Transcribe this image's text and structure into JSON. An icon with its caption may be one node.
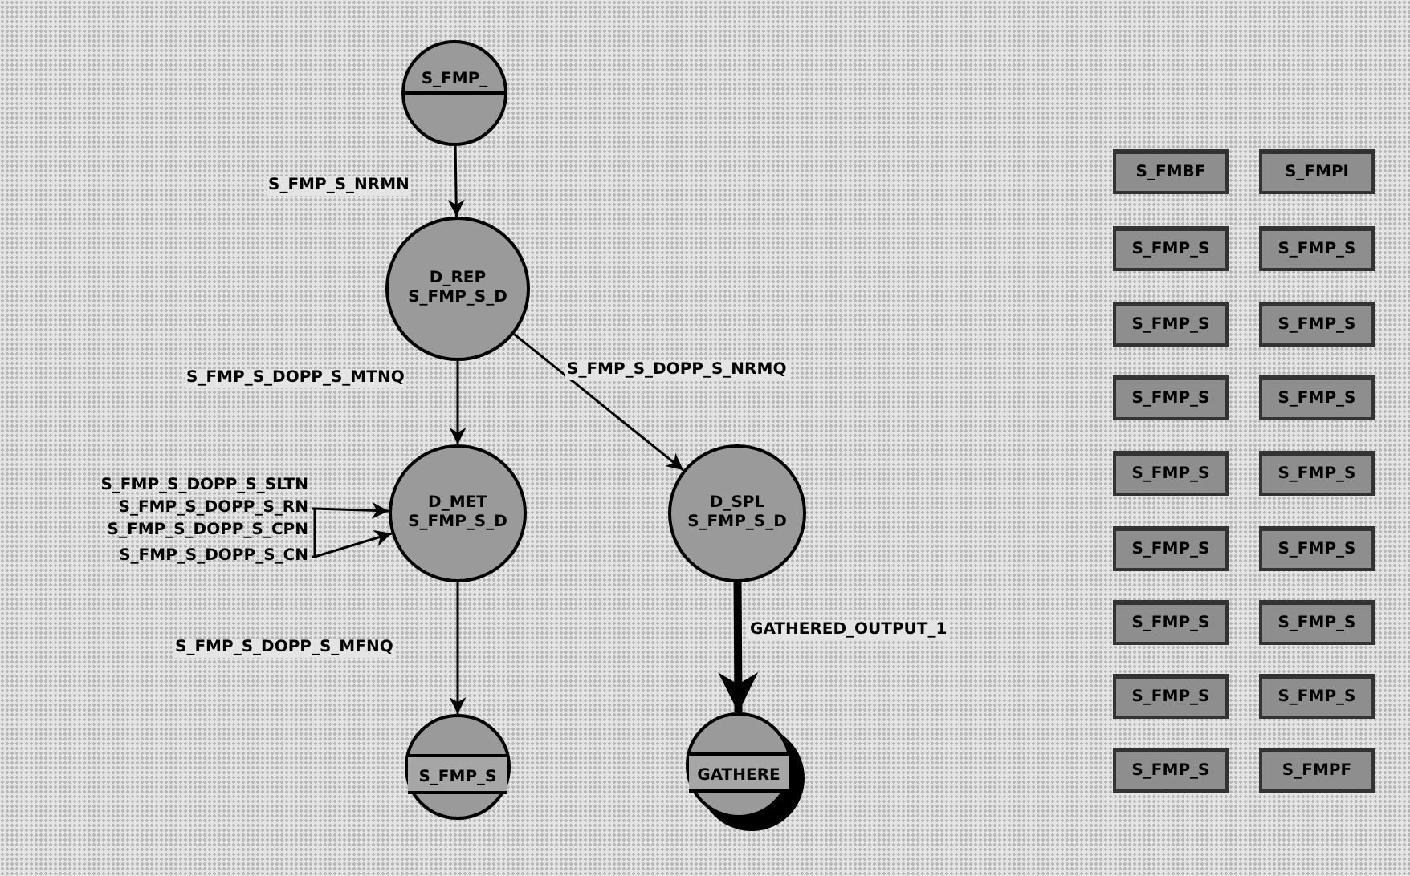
{
  "diagram": {
    "nodes": [
      {
        "text": [
          "S_FMP_"
        ]
      },
      {
        "text": [
          "D_REP",
          "S_FMP_S_D"
        ]
      },
      {
        "text": [
          "S_FMP_S_DOPP_S_SLTN"
        ]
      },
      {
        "text": [
          "S_FMP_S_DOPP_S_RN"
        ]
      },
      {
        "text": [
          "S_FMP_S_DOPP_S_CPN"
        ]
      },
      {
        "text": [
          "S_FMP_S_DOPP_S_CN"
        ]
      },
      {
        "text": [
          "D_MET",
          "S_FMP_S_D"
        ]
      },
      {
        "text": [
          "D_SPL",
          "S_FMP_S_D"
        ]
      },
      {
        "text": [
          "S_FMP_S"
        ]
      },
      {
        "text": [
          "GATHERE"
        ]
      },
      {
        "text": [
          "S_FMBF"
        ]
      },
      {
        "text": [
          "S_FMPI"
        ]
      },
      {
        "text": [
          "S_FMP_S"
        ]
      },
      {
        "text": [
          "S_FMP_S"
        ]
      },
      {
        "text": [
          "S_FMP_S"
        ]
      },
      {
        "text": [
          "S_FMP_S"
        ]
      },
      {
        "text": [
          "S_FMP_S"
        ]
      },
      {
        "text": [
          "S_FMP_S"
        ]
      },
      {
        "text": [
          "S_FMP_S"
        ]
      },
      {
        "text": [
          "S_FMP_S"
        ]
      },
      {
        "text": [
          "S_FMP_S"
        ]
      },
      {
        "text": [
          "S_FMP_S"
        ]
      },
      {
        "text": [
          "S_FMP_S"
        ]
      },
      {
        "text": [
          "S_FMP_S"
        ]
      },
      {
        "text": [
          "S_FMP_S"
        ]
      },
      {
        "text": [
          "S_FMP_S"
        ]
      },
      {
        "text": [
          "S_FMP_S"
        ]
      },
      {
        "text": [
          "S_FMPF"
        ]
      }
    ],
    "edges": [
      {
        "from": 0,
        "to": 1,
        "arrow": "to",
        "label": "S_FMP_S_NRMN"
      },
      {
        "from": 1,
        "to": 6,
        "arrow": "to",
        "label": "S_FMP_S_DOPP_S_MTNQ"
      },
      {
        "from": 1,
        "to": 7,
        "arrow": "to",
        "label": "S_FMP_S_DOPP_S_NRMQ"
      },
      {
        "from": 3,
        "to": 6,
        "arrow": "to"
      },
      {
        "from": 5,
        "to": 6,
        "arrow": "to"
      },
      {
        "from": 6,
        "to": 8,
        "arrow": "to",
        "label": "S_FMP_S_DOPP_S_MFNQ"
      },
      {
        "from": 7,
        "to": 9,
        "arrow": "to",
        "label": "GATHERED_OUTPUT_1",
        "style": "thick"
      }
    ]
  }
}
